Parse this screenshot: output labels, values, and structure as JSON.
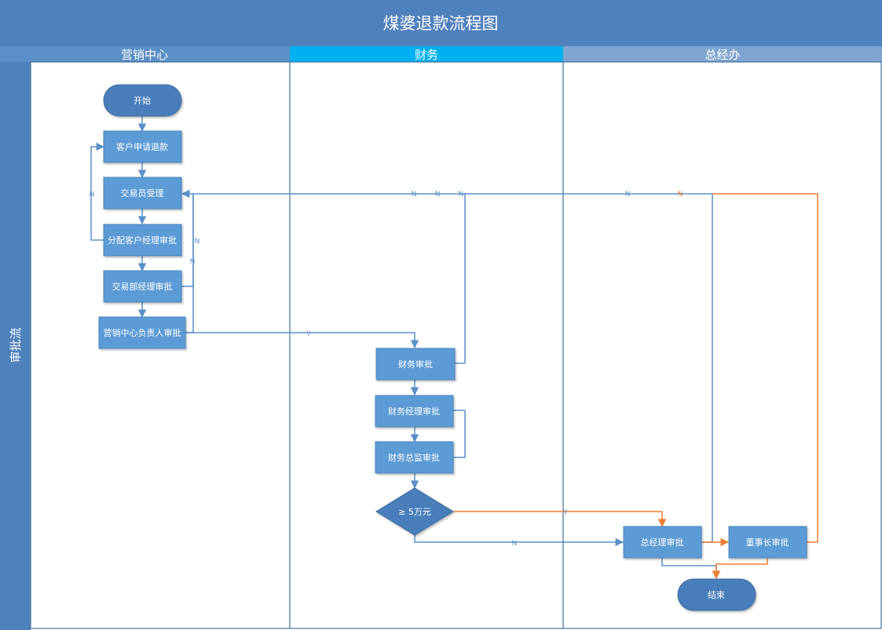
{
  "diagram": {
    "title": "煤婆退款流程图",
    "side_label": "审批流",
    "lanes": [
      {
        "id": "marketing",
        "label": "营销中心",
        "color": "#5b8fc7"
      },
      {
        "id": "finance",
        "label": "财务",
        "color": "#00b0f0"
      },
      {
        "id": "gm_office",
        "label": "总经办",
        "color": "#7fa4cf"
      }
    ],
    "nodes": {
      "start": "开始",
      "customer_apply": "客户申请退款",
      "trader_accept": "交易员受理",
      "assign_manager": "分配客户经理审批",
      "trade_dept_manager": "交易部经理审批",
      "marketing_head": "营销中心负责人审批",
      "finance_review": "财务审批",
      "finance_manager": "财务经理审批",
      "finance_director": "财务总监审批",
      "amount_check": "≥ 5万元",
      "gm_approval": "总经理审批",
      "chairman_approval": "董事长审批",
      "end": "结束"
    },
    "edge_labels": {
      "yes": "Y",
      "no": "N"
    },
    "colors": {
      "header": "#4f81bd",
      "node_fill": "#5b9bd5",
      "node_dark": "#4a7ebb",
      "connector_blue": "#5b8fc7",
      "connector_orange": "#ed7d31",
      "lane_border": "#41719c"
    }
  }
}
